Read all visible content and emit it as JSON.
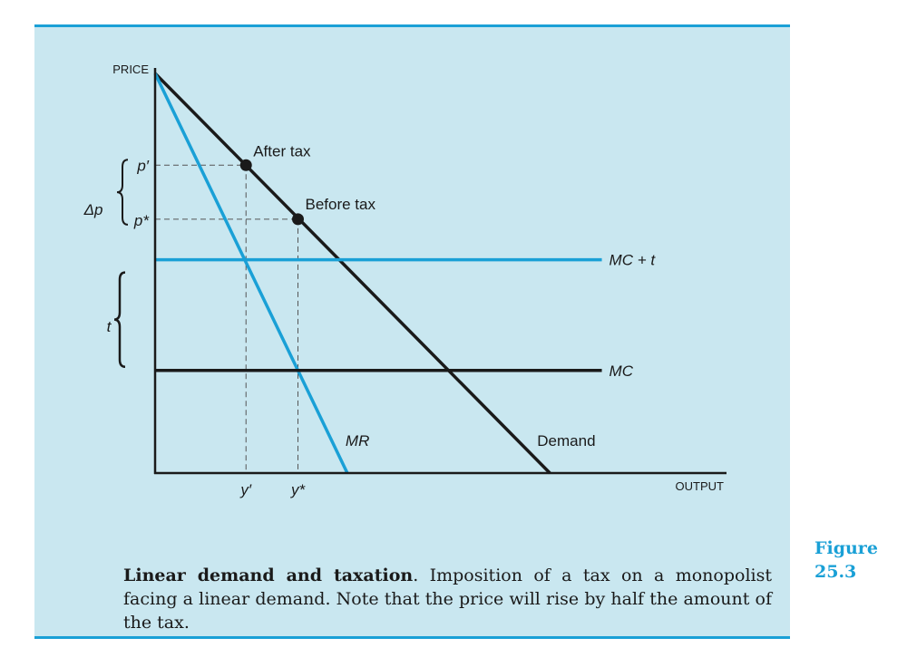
{
  "figure": {
    "label_word": "Figure",
    "label_number": "25.3",
    "caption_title": "Linear demand and taxation",
    "caption_text": ". Imposition of a tax on a monopolist facing a linear demand. Note that the price will rise by half the amount of the tax."
  },
  "colors": {
    "background": "#c9e7f0",
    "accent": "#1aa0d6",
    "line_dark": "#1a1a1a"
  },
  "chart_data": {
    "type": "line",
    "ylabel": "PRICE",
    "xlabel": "OUTPUT",
    "xlim": [
      0,
      11
    ],
    "ylim": [
      0,
      7.5
    ],
    "grid": false,
    "series": [
      {
        "name": "Demand",
        "color": "#1a1a1a",
        "x": [
          0,
          7.6
        ],
        "y": [
          7.4,
          0
        ]
      },
      {
        "name": "MR",
        "color": "#1aa0d6",
        "x": [
          0,
          3.7
        ],
        "y": [
          7.4,
          0
        ]
      },
      {
        "name": "MC + t",
        "color": "#1aa0d6",
        "x": [
          0,
          8.6
        ],
        "y": [
          3.95,
          3.95
        ]
      },
      {
        "name": "MC",
        "color": "#1a1a1a",
        "x": [
          0,
          8.6
        ],
        "y": [
          1.9,
          1.9
        ]
      }
    ],
    "points": [
      {
        "label": "After tax",
        "x": 1.75,
        "y": 5.7
      },
      {
        "label": "Before tax",
        "x": 2.75,
        "y": 4.7
      }
    ],
    "price_labels": {
      "p_prime": "p′",
      "p_star": "p*",
      "delta_p": "Δp",
      "t": "t"
    },
    "quantity_labels": {
      "y_prime": "y′",
      "y_star": "y*"
    }
  }
}
